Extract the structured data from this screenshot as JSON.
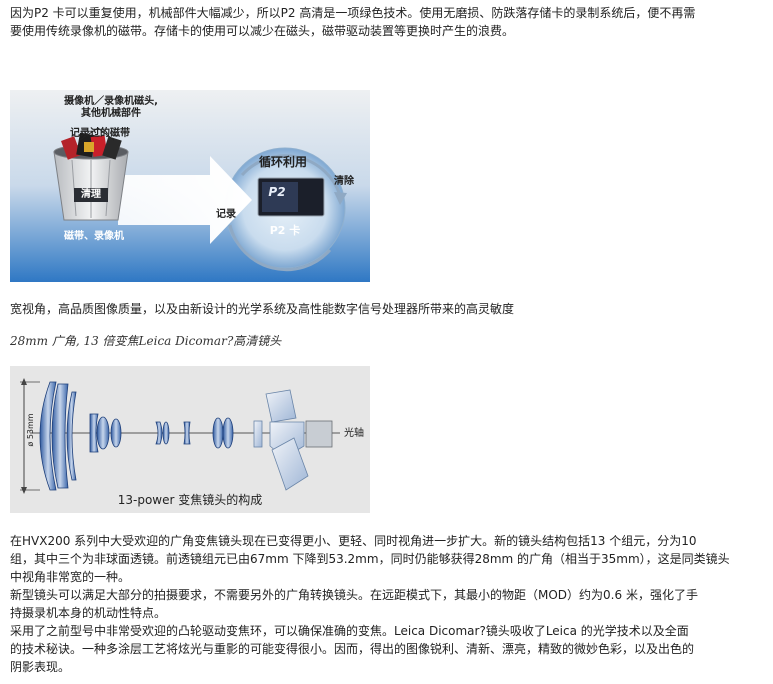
{
  "intro": {
    "line1": "因为P2 卡可以重复使用，机械部件大幅减少，所以P2 高清是一项绿色技术。使用无磨损、防跌落存储卡的录制系统后，便不再需",
    "line2": "要使用传统录像机的磁带。存储卡的使用可以减少在磁头，磁带驱动装置等更换时产生的浪费。"
  },
  "figure1": {
    "label_heads": "摄像机／录像机磁头,",
    "label_parts": "其他机械部件",
    "label_tape": "记录过的磁带",
    "label_clean": "清理",
    "label_deck": "磁带、录像机",
    "label_recycle": "循环利用",
    "label_record": "记录",
    "label_erase": "清除",
    "label_p2": "P2 卡",
    "card_text": "P2"
  },
  "feature": {
    "line": "宽视角，高品质图像质量，以及由新设计的光学系统及高性能数字信号处理器所带来的高灵敏度",
    "subtitle": "28mm 广角, 13 倍变焦Leica Dicomar?高清镜头"
  },
  "figure2": {
    "diameter": "ø 53mm",
    "axis": "光轴",
    "caption": "13-power 变焦镜头的构成"
  },
  "body": {
    "l1": "在HVX200 系列中大受欢迎的广角变焦镜头现在已变得更小、更轻、同时视角进一步扩大。新的镜头结构包括13 个组元，分为10",
    "l2": "组，其中三个为非球面透镜。前透镜组元已由67mm 下降到53.2mm，同时仍能够获得28mm 的广角（相当于35mm），这是同类镜头",
    "l3": "中视角非常宽的一种。",
    "l4": "新型镜头可以满足大部分的拍摄要求，不需要另外的广角转换镜头。在远距模式下，其最小的物距（MOD）约为0.6 米，强化了手",
    "l5": "持摄录机本身的机动性特点。",
    "l6": "采用了之前型号中非常受欢迎的凸轮驱动变焦环，可以确保准确的变焦。Leica Dicomar?镜头吸收了Leica 的光学技术以及全面",
    "l7": "的技术秘诀。一种多涂层工艺将炫光与重影的可能变得很小。因而，得出的图像锐利、清新、漂亮，精致的微妙色彩，以及出色的",
    "l8": "阴影表现。"
  }
}
